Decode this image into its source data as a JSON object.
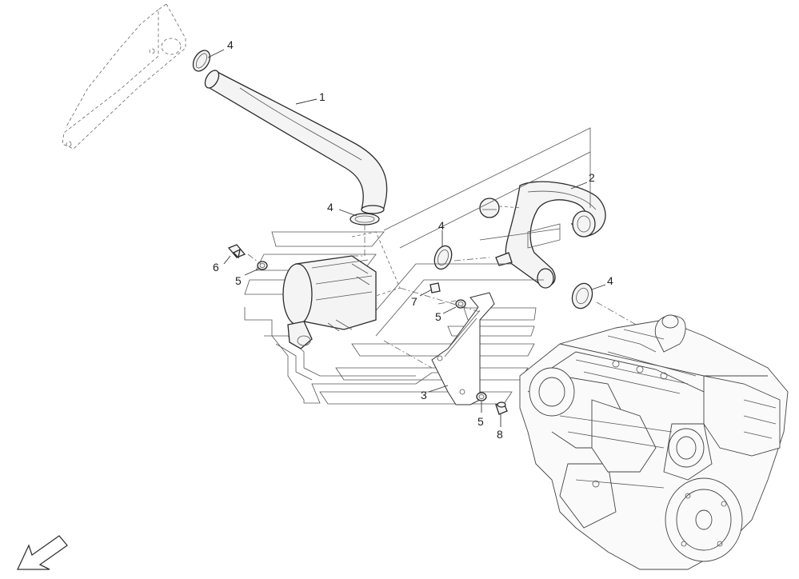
{
  "callouts": {
    "c1": "1",
    "c2": "2",
    "c3": "3",
    "c4a": "4",
    "c4b": "4",
    "c4c": "4",
    "c4d": "4",
    "c5a": "5",
    "c5b": "5",
    "c5c": "5",
    "c6": "6",
    "c7": "7",
    "c8": "8"
  },
  "icons": {
    "orientation": "arrow-down-left-icon"
  }
}
